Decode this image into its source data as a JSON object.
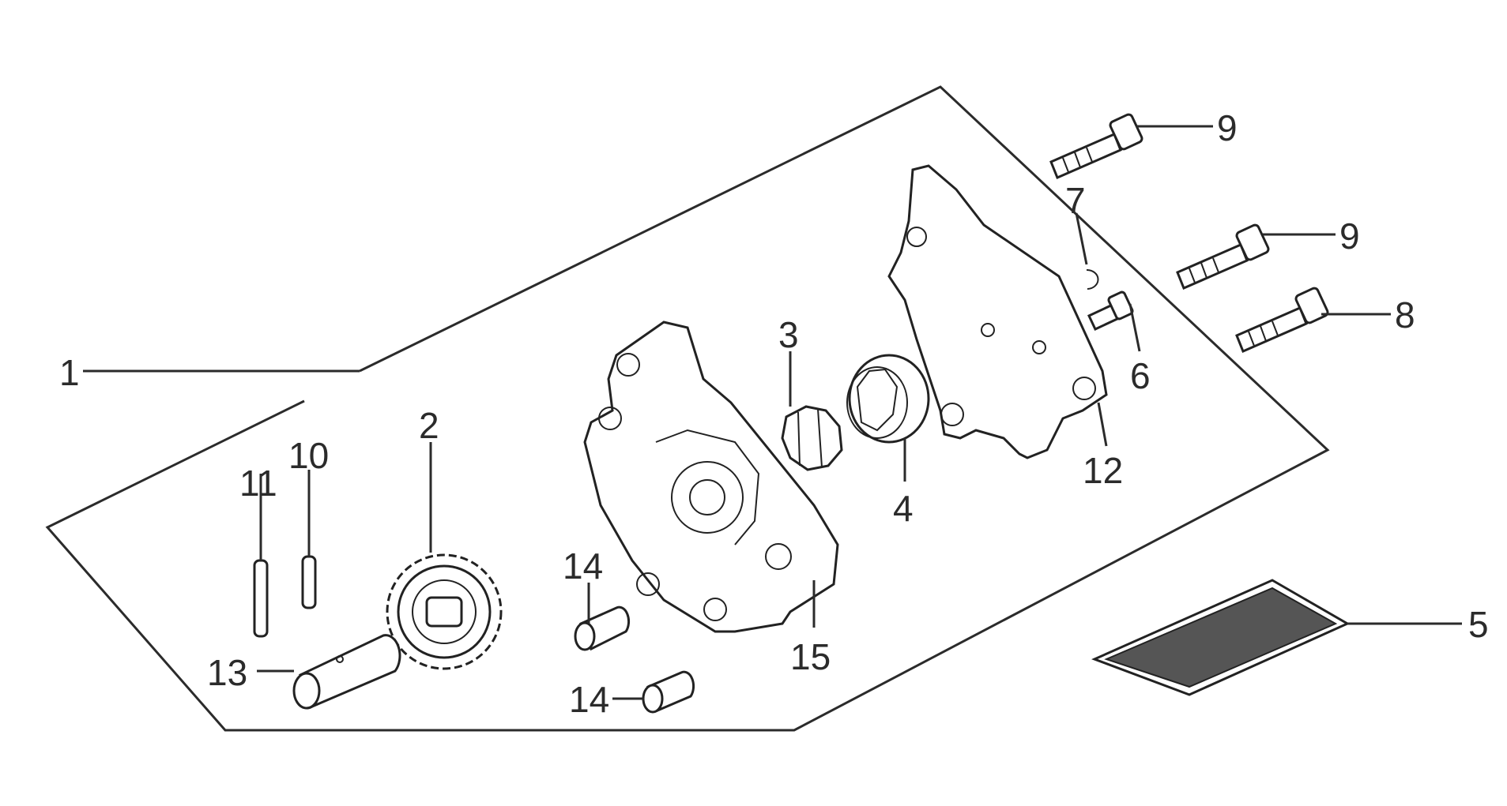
{
  "labels": {
    "p1": "1",
    "p2": "2",
    "p3": "3",
    "p4": "4",
    "p5": "5",
    "p6": "6",
    "p7": "7",
    "p8": "8",
    "p9a": "9",
    "p9b": "9",
    "p10": "10",
    "p11": "11",
    "p12": "12",
    "p13": "13",
    "p14a": "14",
    "p14b": "14",
    "p15": "15"
  }
}
